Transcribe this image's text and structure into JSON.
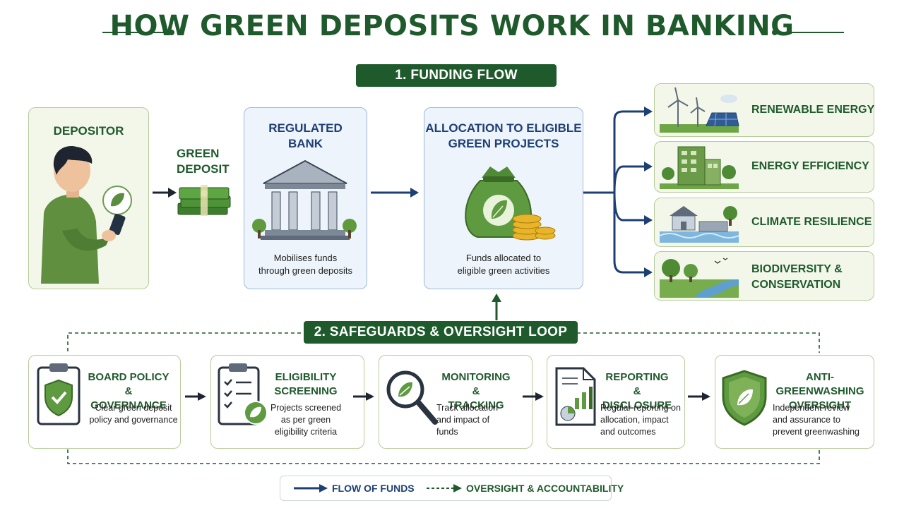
{
  "title": "HOW GREEN DEPOSITS WORK IN BANKING",
  "sections": {
    "funding_flow": "1. FUNDING FLOW",
    "safeguards": "2. SAFEGUARDS & OVERSIGHT LOOP"
  },
  "flow": {
    "depositor": {
      "heading": "DEPOSITOR"
    },
    "green_deposit": {
      "line1": "GREEN",
      "line2": "DEPOSIT"
    },
    "bank": {
      "line1": "REGULATED",
      "line2": "BANK",
      "desc1": "Mobilises funds",
      "desc2": "through green deposits"
    },
    "allocation": {
      "line1": "ALLOCATION TO ELIGIBLE",
      "line2": "GREEN PROJECTS",
      "desc1": "Funds allocated to",
      "desc2": "eligible green activities"
    }
  },
  "projects": [
    {
      "label": "RENEWABLE ENERGY"
    },
    {
      "label": "ENERGY EFFICIENCY"
    },
    {
      "label": "CLIMATE RESILIENCE"
    },
    {
      "label1": "BIODIVERSITY &",
      "label2": "CONSERVATION"
    }
  ],
  "safeguards": [
    {
      "h1": "BOARD POLICY",
      "h2": "& GOVERNANCE",
      "d1": "Clear green deposit",
      "d2": "policy and governance",
      "d3": ""
    },
    {
      "h1": "ELIGIBILITY",
      "h2": "SCREENING",
      "d1": "Projects screened",
      "d2": "as per green",
      "d3": "eligibility criteria"
    },
    {
      "h1": "MONITORING &",
      "h2": "TRACKING",
      "d1": "Track allocation",
      "d2": "and impact of",
      "d3": "funds"
    },
    {
      "h1": "REPORTING &",
      "h2": "DISCLOSURE",
      "d1": "Regular reporting on",
      "d2": "allocation, impact",
      "d3": "and outcomes"
    },
    {
      "h1": "ANTI-GREENWASHING",
      "h2": "OVERSIGHT",
      "d1": "Independent review",
      "d2": "and assurance to",
      "d3": "prevent greenwashing"
    }
  ],
  "legend": {
    "flow_of_funds": "FLOW OF FUNDS",
    "oversight": "OVERSIGHT & ACCOUNTABILITY"
  },
  "colors": {
    "dark_green": "#1f5a2c",
    "navy": "#1d3f74",
    "card_green": "#f3f7ea",
    "card_blue": "#eef4fb"
  }
}
